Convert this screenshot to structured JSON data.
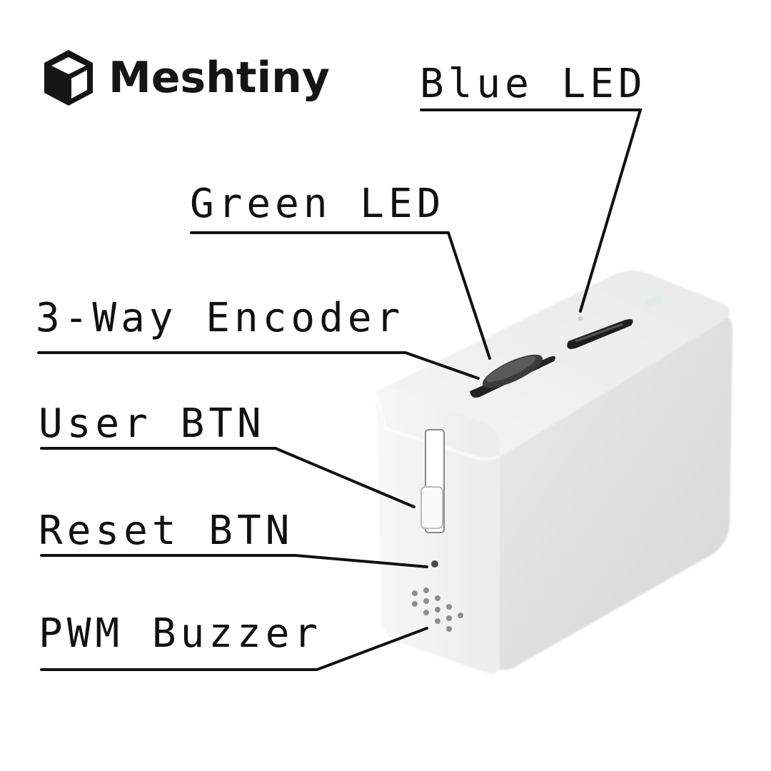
{
  "brand": {
    "name": "Meshtiny",
    "icon": "cube-icon"
  },
  "callouts": {
    "blue_led": "Blue LED",
    "green_led": "Green LED",
    "encoder": "3-Way Encoder",
    "user_btn": "User BTN",
    "reset_btn": "Reset BTN",
    "buzzer": "PWM Buzzer"
  },
  "colors": {
    "ink": "#111111",
    "device_body": "#f2f2f2",
    "device_shadow": "#d9d9d9"
  }
}
